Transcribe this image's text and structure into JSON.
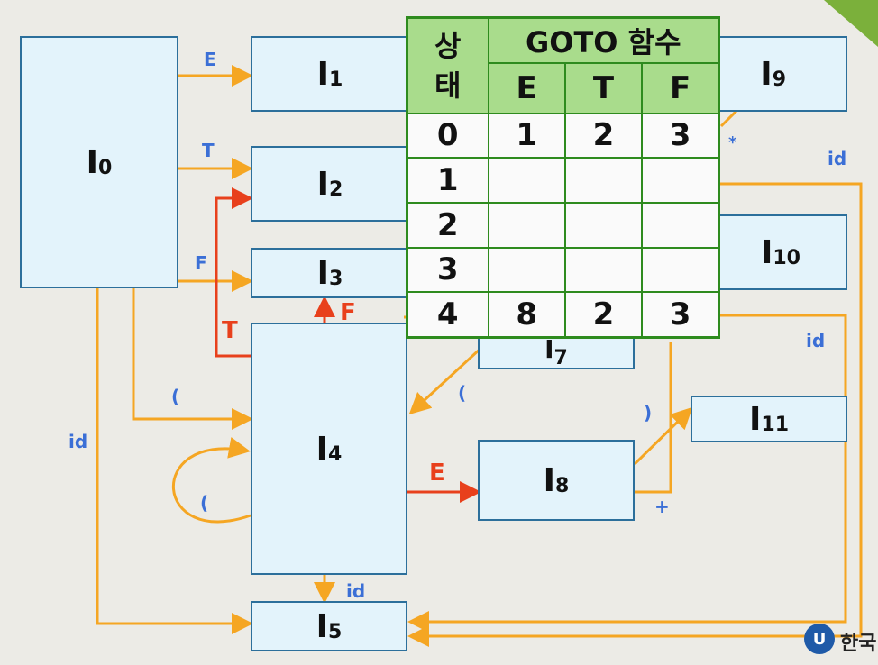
{
  "states": [
    {
      "key": "I0",
      "base": "I",
      "sub": "0"
    },
    {
      "key": "I1",
      "base": "I",
      "sub": "1"
    },
    {
      "key": "I2",
      "base": "I",
      "sub": "2"
    },
    {
      "key": "I3",
      "base": "I",
      "sub": "3"
    },
    {
      "key": "I4",
      "base": "I",
      "sub": "4"
    },
    {
      "key": "I5",
      "base": "I",
      "sub": "5"
    },
    {
      "key": "I7",
      "base": "I",
      "sub": "7"
    },
    {
      "key": "I8",
      "base": "I",
      "sub": "8"
    },
    {
      "key": "I9",
      "base": "I",
      "sub": "9"
    },
    {
      "key": "I10",
      "base": "I",
      "sub": "10"
    },
    {
      "key": "I11",
      "base": "I",
      "sub": "11"
    }
  ],
  "labels": {
    "e_0_1": "E",
    "t_0_2": "T",
    "f_0_3": "F",
    "paren_0_4": "(",
    "id_0_5": "id",
    "t_4_2": "T",
    "f_4_3": "F",
    "paren_4_4": "(",
    "e_4_8": "E",
    "id_4_5": "id",
    "paren_7_4": "(",
    "close_8_11": ")",
    "plus_8": "+",
    "star_9": "*",
    "id_right_top": "id",
    "id_right_mid": "id"
  },
  "goto_table": {
    "state_header": "상 태",
    "state_header_top": "상",
    "state_header_bottom": "태",
    "title": "GOTO 함수",
    "columns": [
      "E",
      "T",
      "F"
    ],
    "rows": [
      {
        "state": "0",
        "cells": [
          "1",
          "2",
          "3"
        ]
      },
      {
        "state": "1",
        "cells": [
          "",
          "",
          ""
        ]
      },
      {
        "state": "2",
        "cells": [
          "",
          "",
          ""
        ]
      },
      {
        "state": "3",
        "cells": [
          "",
          "",
          ""
        ]
      },
      {
        "state": "4",
        "cells": [
          "8",
          "2",
          "3"
        ]
      }
    ]
  },
  "logo": {
    "glyph": "U",
    "text": "한국"
  },
  "colors": {
    "orange_arrow": "#f5a623",
    "red_arrow": "#e8401c",
    "box_fill": "#e3f3fb",
    "table_header": "#a9dc8c",
    "table_border": "#2e8b1e"
  }
}
